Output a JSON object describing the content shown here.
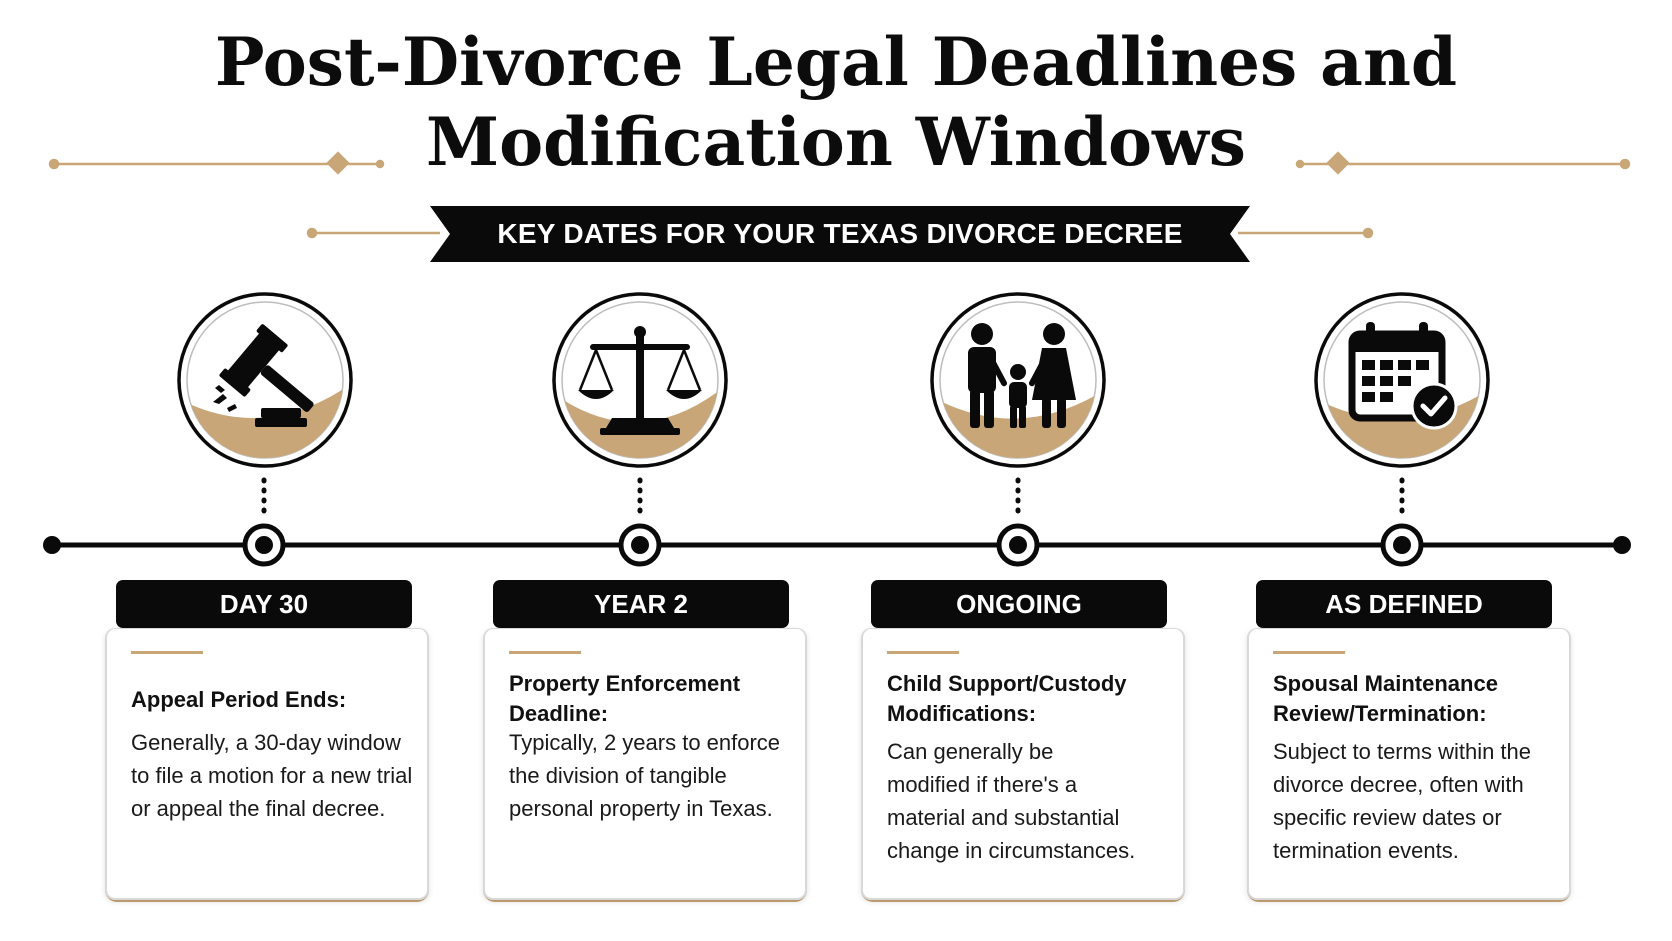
{
  "title": {
    "line1": "Post-Divorce Legal Deadlines and",
    "line2": "Modification Windows"
  },
  "banner": {
    "text": "KEY DATES FOR YOUR TEXAS DIVORCE DECREE"
  },
  "colors": {
    "gold": "#c9a677",
    "black": "#0a0a0a",
    "card_border": "#d9d9d9"
  },
  "milestones": [
    {
      "icon": "gavel-icon",
      "label": "DAY 30",
      "heading": "Appeal Period Ends:",
      "body": "Generally, a 30-day window to file a motion for a new trial or appeal the final decree."
    },
    {
      "icon": "scales-icon",
      "label": "YEAR 2",
      "heading": "Property Enforcement Deadline:",
      "body": "Typically, 2 years to enforce the division of tangible personal property in Texas."
    },
    {
      "icon": "family-icon",
      "label": "ONGOING",
      "heading": "Child Support/Custody Modifications:",
      "body": "Can generally be modified if there's a material and substantial change in circumstances."
    },
    {
      "icon": "calendar-check-icon",
      "label": "AS DEFINED",
      "heading": "Spousal Maintenance Review/Termination:",
      "body": "Subject to terms within the divorce decree, often with specific review dates or termination events."
    }
  ]
}
